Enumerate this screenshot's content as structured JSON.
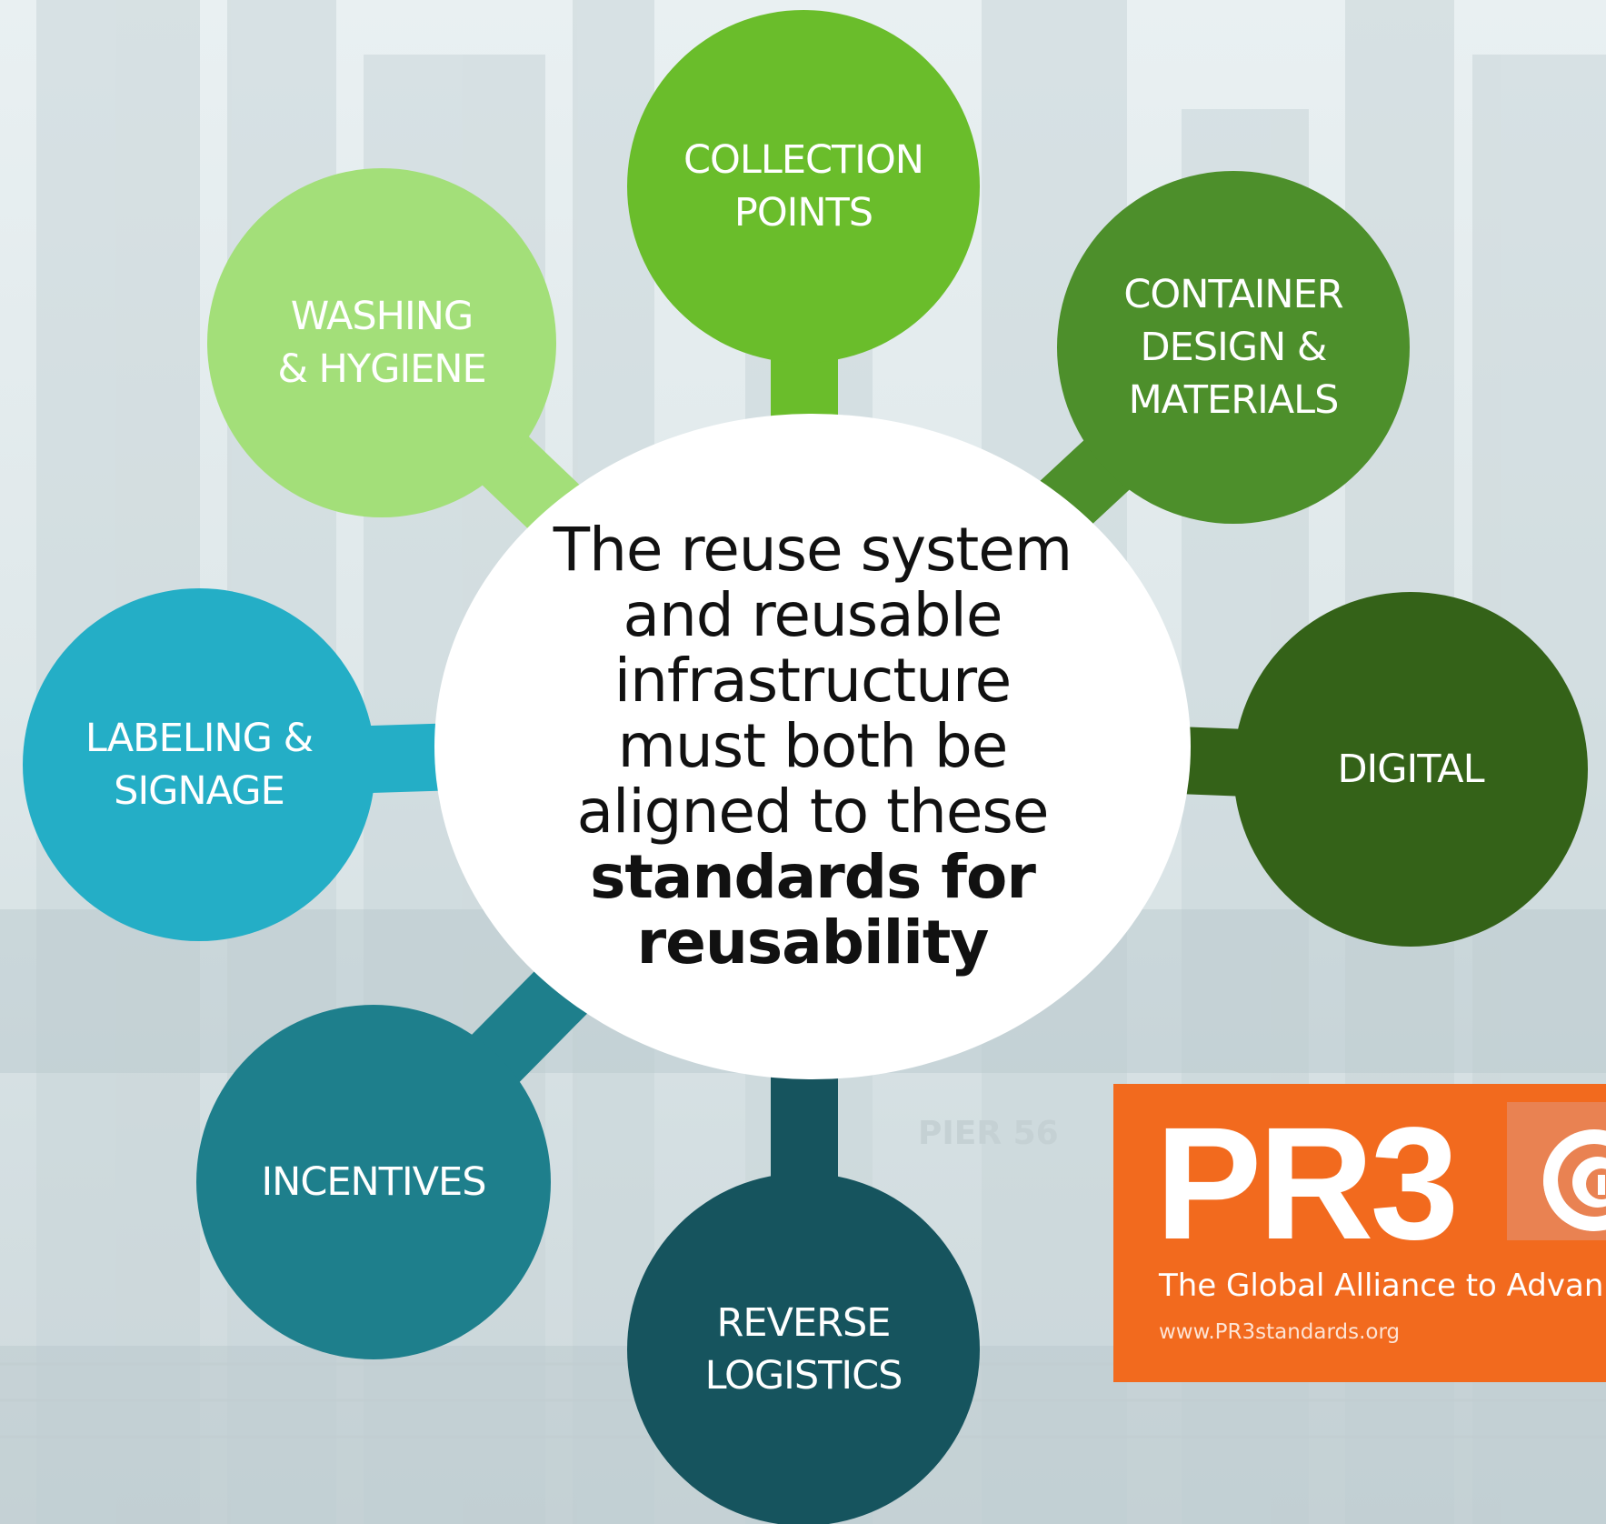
{
  "diagram": {
    "center_text": {
      "lines": [
        "The reuse system",
        "and reusable",
        "infrastructure",
        "must both be",
        "aligned to these"
      ],
      "bold_lines": [
        "standards for",
        "reusability"
      ]
    },
    "nodes": {
      "collection": {
        "line1": "COLLECTION",
        "line2": "POINTS",
        "color": "#6abd2b"
      },
      "container": {
        "line1": "CONTAINER",
        "line2": "DESIGN &",
        "line3": "MATERIALS",
        "color": "#4d8f2b"
      },
      "digital": {
        "line1": "DIGITAL",
        "color": "#346218"
      },
      "reverse": {
        "line1": "REVERSE",
        "line2": "LOGISTICS",
        "color": "#16545e"
      },
      "incentives": {
        "line1": "INCENTIVES",
        "color": "#1e7f8c"
      },
      "labeling": {
        "line1": "LABELING &",
        "line2": "SIGNAGE",
        "color": "#24aec6"
      },
      "washing": {
        "line1": "WASHING",
        "line2": "& HYGIENE",
        "color": "#a3df79"
      }
    }
  },
  "background": {
    "sign_text": "PIER 56"
  },
  "brand": {
    "wordmark": "PR3",
    "tagline": "The Global Alliance to Advan",
    "url": "www.PR3standards.org",
    "color": "#f26a1e"
  }
}
